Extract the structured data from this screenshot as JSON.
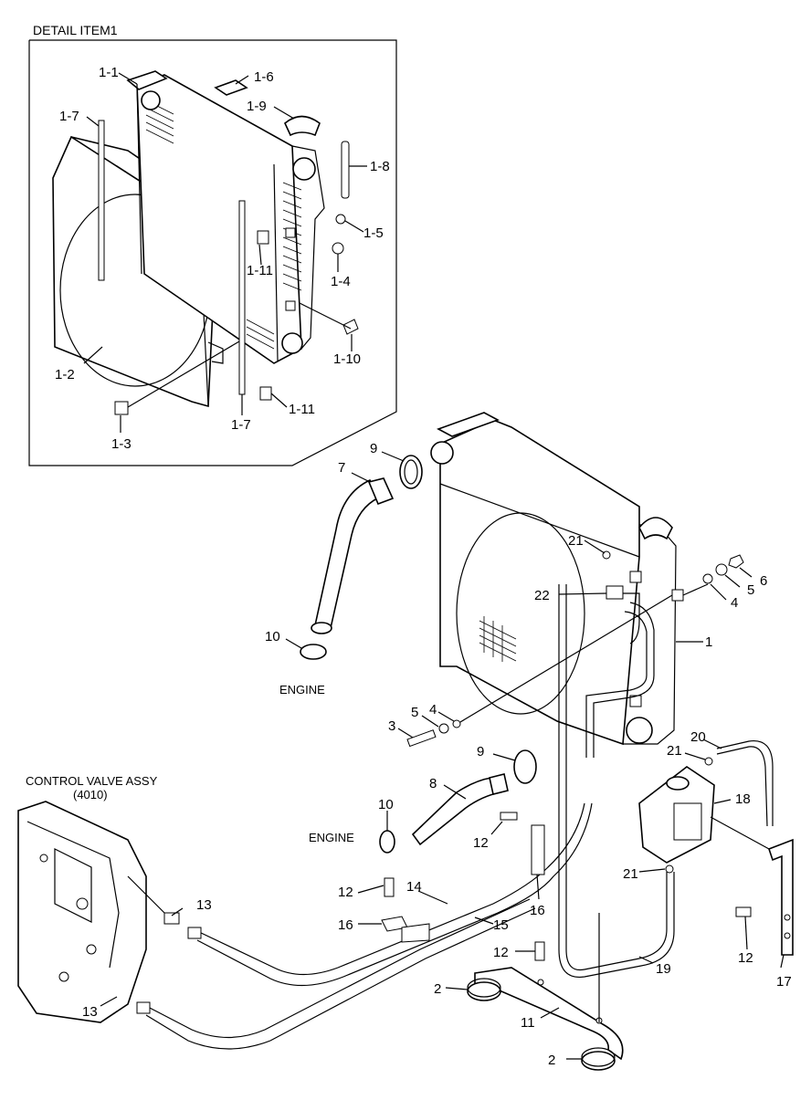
{
  "detail_title": "DETAIL ITEM1",
  "control_valve": {
    "line1": "CONTROL VALVE ASSY",
    "line2": "(4010)"
  },
  "engine_labels": [
    "ENGINE",
    "ENGINE"
  ],
  "detail_callouts": [
    "1-1",
    "1-6",
    "1-9",
    "1-7",
    "1-8",
    "1-5",
    "1-11",
    "1-4",
    "1-2",
    "1-10",
    "1-3",
    "1-7",
    "1-11"
  ],
  "main_callouts": [
    "9",
    "7",
    "21",
    "6",
    "5",
    "4",
    "22",
    "1",
    "10",
    "4",
    "5",
    "3",
    "20",
    "21",
    "9",
    "8",
    "18",
    "10",
    "12",
    "21",
    "12",
    "14",
    "16",
    "16",
    "13",
    "15",
    "12",
    "19",
    "17",
    "2",
    "11",
    "13",
    "2",
    "12"
  ]
}
